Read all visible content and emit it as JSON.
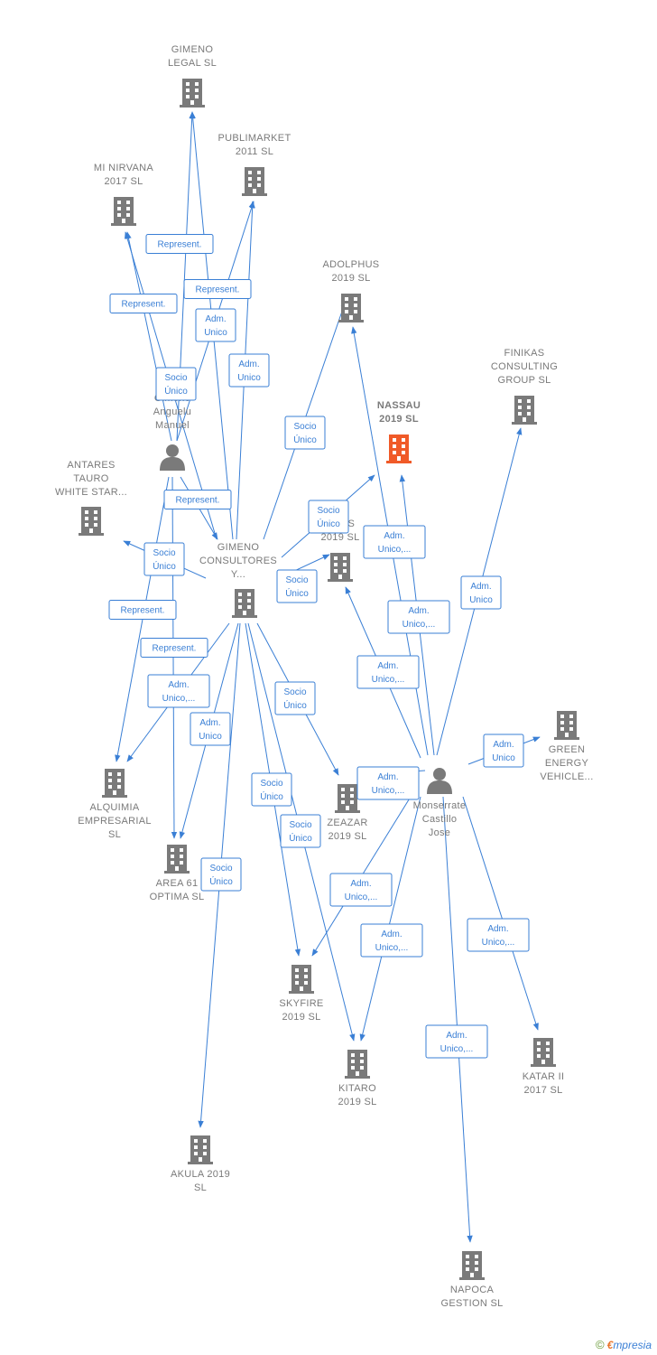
{
  "colors": {
    "edge": "#3a7fd5",
    "node": "#7a7a7a",
    "focus": "#f05a28"
  },
  "nodes": [
    {
      "id": "gimeno_legal",
      "type": "company",
      "label": [
        "GIMENO",
        "LEGAL  SL"
      ]
    },
    {
      "id": "publimarket",
      "type": "company",
      "label": [
        "PUBLIMARKET",
        "2011  SL"
      ]
    },
    {
      "id": "mi_nirvana",
      "type": "company",
      "label": [
        "MI NIRVANA",
        "2017  SL"
      ]
    },
    {
      "id": "adolphus",
      "type": "company",
      "label": [
        "ADOLPHUS",
        "2019  SL"
      ]
    },
    {
      "id": "finikas",
      "type": "company",
      "label": [
        "FINIKAS",
        "CONSULTING",
        "GROUP SL"
      ]
    },
    {
      "id": "nassau",
      "type": "company",
      "focus": true,
      "label": [
        "NASSAU",
        "2019  SL"
      ]
    },
    {
      "id": "gimeno_person",
      "type": "person",
      "label": [
        "Gimeno",
        "Anguelu",
        "Manuel"
      ]
    },
    {
      "id": "antares",
      "type": "company",
      "label": [
        "ANTARES",
        "TAURO",
        "WHITE STAR..."
      ]
    },
    {
      "id": "jos2019",
      "type": "company",
      "label": [
        "...JOS",
        "2019  SL"
      ]
    },
    {
      "id": "gimeno_cons",
      "type": "company",
      "label": [
        "GIMENO",
        "CONSULTORES",
        "Y..."
      ]
    },
    {
      "id": "green_energy",
      "type": "company",
      "label": [
        "GREEN",
        "ENERGY",
        "VEHICLE..."
      ]
    },
    {
      "id": "monserrate",
      "type": "person",
      "label": [
        "Monserrate",
        "Castillo",
        "Jose"
      ]
    },
    {
      "id": "alquimia",
      "type": "company",
      "label": [
        "ALQUIMIA",
        "EMPRESARIAL",
        "SL"
      ]
    },
    {
      "id": "zeazar",
      "type": "company",
      "label": [
        "ZEAZAR",
        "2019  SL"
      ]
    },
    {
      "id": "area61",
      "type": "company",
      "label": [
        "AREA 61",
        "OPTIMA  SL"
      ]
    },
    {
      "id": "skyfire",
      "type": "company",
      "label": [
        "SKYFIRE",
        "2019  SL"
      ]
    },
    {
      "id": "kitaro",
      "type": "company",
      "label": [
        "KITARO",
        "2019  SL"
      ]
    },
    {
      "id": "katar",
      "type": "company",
      "label": [
        "KATAR II",
        "2017  SL"
      ]
    },
    {
      "id": "akula",
      "type": "company",
      "label": [
        "AKULA 2019",
        "SL"
      ]
    },
    {
      "id": "napoca",
      "type": "company",
      "label": [
        "NAPOCA",
        "GESTION  SL"
      ]
    }
  ],
  "edges": [
    {
      "from": "gimeno_person",
      "to": "gimeno_legal",
      "label": [
        "Socio",
        "Único"
      ]
    },
    {
      "from": "gimeno_person",
      "to": "mi_nirvana",
      "label": [
        "Represent."
      ]
    },
    {
      "from": "gimeno_person",
      "to": "publimarket",
      "label": [
        "Represent."
      ]
    },
    {
      "from": "gimeno_cons",
      "to": "gimeno_legal",
      "label": [
        "Adm.",
        "Unico"
      ]
    },
    {
      "from": "gimeno_cons",
      "to": "mi_nirvana",
      "label": [
        "Represent."
      ]
    },
    {
      "from": "gimeno_cons",
      "to": "publimarket",
      "label": [
        "Adm.",
        "Unico"
      ]
    },
    {
      "from": "gimeno_cons",
      "to": "adolphus",
      "label": [
        "Socio",
        "Único"
      ]
    },
    {
      "from": "gimeno_cons",
      "to": "nassau",
      "label": [
        "Socio",
        "Único"
      ]
    },
    {
      "from": "gimeno_person",
      "to": "gimeno_cons",
      "label": [
        "Represent."
      ]
    },
    {
      "from": "gimeno_cons",
      "to": "antares",
      "label": [
        "Socio",
        "Único"
      ]
    },
    {
      "from": "gimeno_person",
      "to": "alquimia",
      "label": [
        "Represent."
      ]
    },
    {
      "from": "gimeno_person",
      "to": "area61",
      "label": [
        "Represent."
      ]
    },
    {
      "from": "gimeno_cons",
      "to": "alquimia",
      "label": [
        "Adm.",
        "Unico,..."
      ]
    },
    {
      "from": "gimeno_cons",
      "to": "area61",
      "label": [
        "Adm.",
        "Unico"
      ]
    },
    {
      "from": "gimeno_cons",
      "to": "zeazar",
      "label": [
        "Socio",
        "Único"
      ]
    },
    {
      "from": "gimeno_cons",
      "to": "skyfire",
      "label": [
        "Socio",
        "Único"
      ]
    },
    {
      "from": "gimeno_cons",
      "to": "kitaro",
      "label": [
        "Socio",
        "Único"
      ]
    },
    {
      "from": "gimeno_cons",
      "to": "akula",
      "label": [
        "Socio",
        "Único"
      ]
    },
    {
      "from": "gimeno_cons",
      "to": "jos2019",
      "label": [
        "Socio",
        "Único"
      ]
    },
    {
      "from": "monserrate",
      "to": "adolphus",
      "label": [
        "Adm.",
        "Unico,..."
      ]
    },
    {
      "from": "monserrate",
      "to": "nassau",
      "label": [
        "Adm.",
        "Unico,..."
      ]
    },
    {
      "from": "monserrate",
      "to": "jos2019",
      "label": [
        "Adm.",
        "Unico,..."
      ]
    },
    {
      "from": "monserrate",
      "to": "finikas",
      "label": [
        "Adm.",
        "Unico"
      ]
    },
    {
      "from": "monserrate",
      "to": "green_energy",
      "label": [
        "Adm.",
        "Unico"
      ]
    },
    {
      "from": "monserrate",
      "to": "zeazar",
      "label": [
        "Adm.",
        "Unico,..."
      ]
    },
    {
      "from": "monserrate",
      "to": "skyfire",
      "label": [
        "Adm.",
        "Unico,..."
      ]
    },
    {
      "from": "monserrate",
      "to": "kitaro",
      "label": [
        "Adm.",
        "Unico,..."
      ]
    },
    {
      "from": "monserrate",
      "to": "katar",
      "label": [
        "Adm.",
        "Unico,..."
      ]
    },
    {
      "from": "monserrate",
      "to": "napoca",
      "label": [
        "Adm.",
        "Unico,..."
      ]
    }
  ],
  "footer": {
    "copyright": "©",
    "brand_first": "€",
    "brand_rest": "mpresia"
  }
}
